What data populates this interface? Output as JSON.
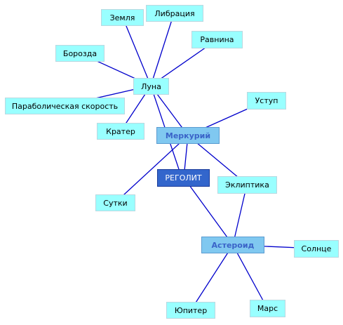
{
  "colors": {
    "edge": "#0000cc",
    "leaf_fill": "#99ffff",
    "hub_fill": "#80c8f0",
    "root_fill": "#3366cc"
  },
  "nodes": {
    "zemlya": "Земля",
    "libraciya": "Либрация",
    "ravnina": "Равнина",
    "borozda": "Борозда",
    "luna": "Луна",
    "parabol": "Параболическая скорость",
    "ustup": "Уступ",
    "krater": "Кратер",
    "merkuriy": "Меркурий",
    "regolit": "РЕГОЛИТ",
    "ekliptika": "Эклиптика",
    "sutki": "Сутки",
    "asteroid": "Астероид",
    "solnce": "Солнце",
    "yupiter": "Юпитер",
    "mars": "Марс"
  }
}
